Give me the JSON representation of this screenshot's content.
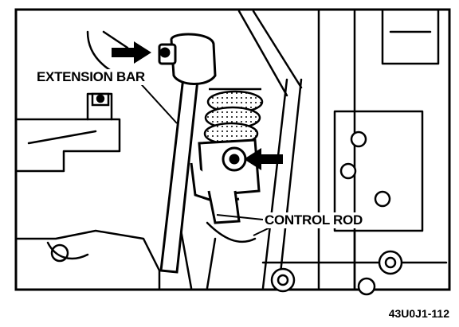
{
  "diagram": {
    "labels": {
      "extension_bar": "EXTENSION BAR",
      "control_rod": "CONTROL ROD"
    },
    "figure_code": "43U0J1-112",
    "colors": {
      "ink": "#000000",
      "paper": "#ffffff",
      "shade": "#d8d8d8"
    },
    "icons": [
      "right-arrow-icon",
      "left-arrow-icon"
    ]
  }
}
